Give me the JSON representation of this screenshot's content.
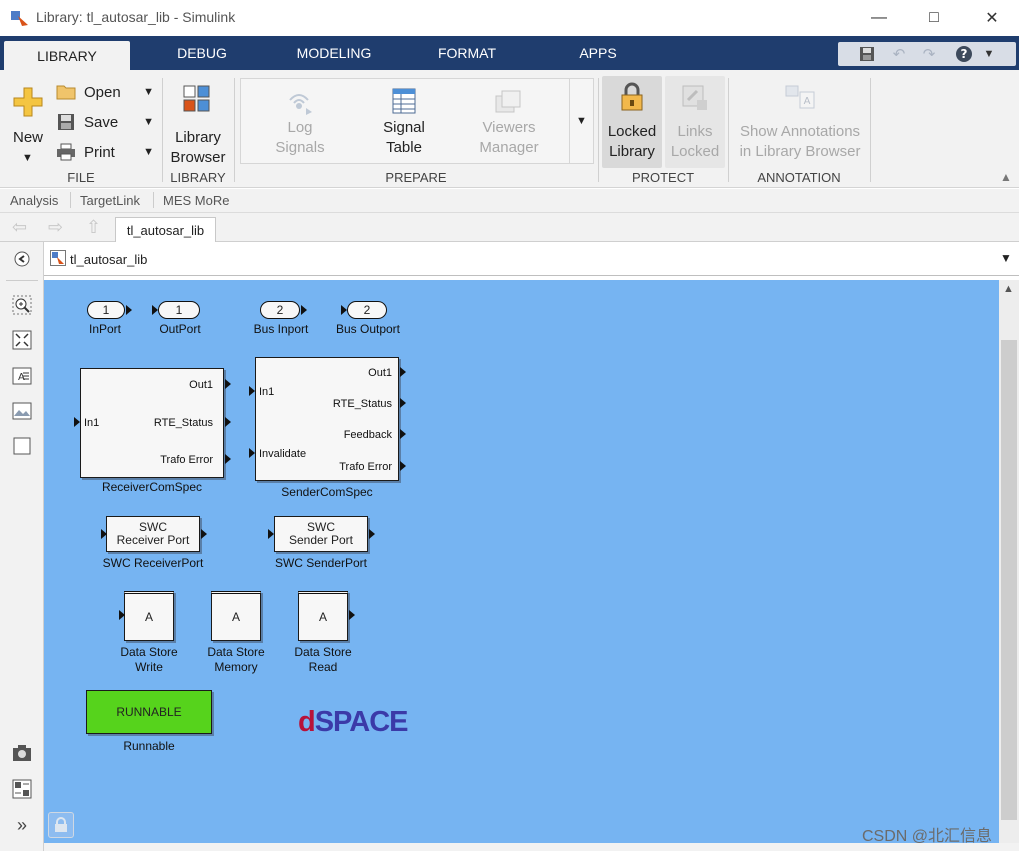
{
  "window": {
    "title": "Library: tl_autosar_lib - Simulink"
  },
  "tabs": [
    "LIBRARY",
    "DEBUG",
    "MODELING",
    "FORMAT",
    "APPS"
  ],
  "ribbon": {
    "file": {
      "new": "New",
      "open": "Open",
      "save": "Save",
      "print": "Print",
      "group": "FILE"
    },
    "library": {
      "browser_l1": "Library",
      "browser_l2": "Browser",
      "group": "LIBRARY"
    },
    "prepare": {
      "log_l1": "Log",
      "log_l2": "Signals",
      "sig_l1": "Signal",
      "sig_l2": "Table",
      "view_l1": "Viewers",
      "view_l2": "Manager",
      "group": "PREPARE"
    },
    "protect": {
      "locked_l1": "Locked",
      "locked_l2": "Library",
      "links_l1": "Links",
      "links_l2": "Locked",
      "group": "PROTECT"
    },
    "annotation": {
      "l1": "Show Annotations",
      "l2": "in Library Browser",
      "group": "ANNOTATION"
    }
  },
  "toolrow": [
    "Analysis",
    "TargetLink",
    "MES MoRe"
  ],
  "doc_tab": "tl_autosar_lib",
  "address": "tl_autosar_lib",
  "blocks": {
    "inport": {
      "num": "1",
      "name": "InPort"
    },
    "outport": {
      "num": "1",
      "name": "OutPort"
    },
    "businport": {
      "num": "2",
      "name": "Bus Inport"
    },
    "busoutport": {
      "num": "2",
      "name": "Bus Outport"
    },
    "receiver": {
      "name": "ReceiverComSpec",
      "in1": "In1",
      "out1": "Out1",
      "rte": "RTE_Status",
      "trafo": "Trafo Error"
    },
    "sender": {
      "name": "SenderComSpec",
      "in1": "In1",
      "invalidate": "Invalidate",
      "out1": "Out1",
      "rte": "RTE_Status",
      "feedback": "Feedback",
      "trafo": "Trafo Error"
    },
    "swc_recv": {
      "l1": "SWC",
      "l2": "Receiver Port",
      "name": "SWC ReceiverPort"
    },
    "swc_send": {
      "l1": "SWC",
      "l2": "Sender Port",
      "name": "SWC SenderPort"
    },
    "ds_write": {
      "label": "A",
      "n1": "Data Store",
      "n2": "Write"
    },
    "ds_memory": {
      "label": "A",
      "n1": "Data Store",
      "n2": "Memory"
    },
    "ds_read": {
      "label": "A",
      "n1": "Data Store",
      "n2": "Read"
    },
    "runnable": {
      "label": "RUNNABLE",
      "name": "Runnable"
    }
  },
  "logo": "dSPACE",
  "watermark": "CSDN @北汇信息",
  "colors": {
    "canvas": "#76b4f2",
    "tabbar": "#1f3d6e",
    "runnable": "#56d31c",
    "logo": "#3b3aa8",
    "logo_d": "#b8123a"
  }
}
